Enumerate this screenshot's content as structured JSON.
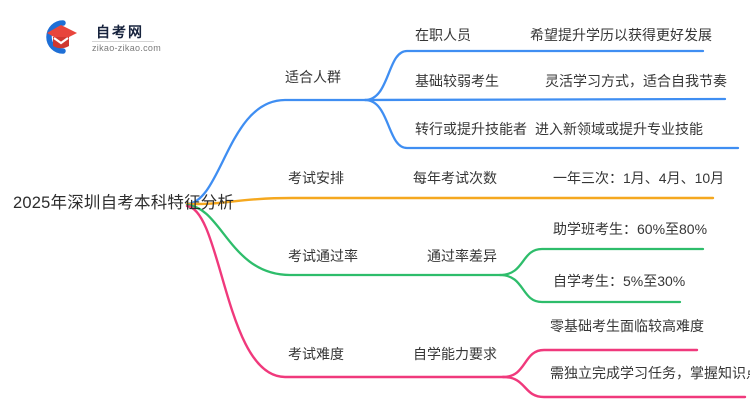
{
  "logo": {
    "site_name": "自考网",
    "site_domain": "zikao-zikao.com",
    "icon_blue": "#1e6fd6",
    "icon_red": "#e8453c"
  },
  "root": {
    "label": "2025年深圳自考本科特征分析"
  },
  "branches": [
    {
      "label": "适合人群",
      "color": "#3f8ef2",
      "children": [
        {
          "label": "在职人员",
          "detail": "希望提升学历以获得更好发展"
        },
        {
          "label": "基础较弱考生",
          "detail": "灵活学习方式，适合自我节奏"
        },
        {
          "label": "转行或提升技能者",
          "detail": "进入新领域或提升专业技能"
        }
      ]
    },
    {
      "label": "考试安排",
      "color": "#f5a81f",
      "children": [
        {
          "label": "每年考试次数",
          "detail": "一年三次：1月、4月、10月"
        }
      ]
    },
    {
      "label": "考试通过率",
      "color": "#2ebd6b",
      "children": [
        {
          "label": "通过率差异",
          "details": [
            "助学班考生：60%至80%",
            "自学考生：5%至30%"
          ]
        }
      ]
    },
    {
      "label": "考试难度",
      "color": "#f0397c",
      "children": [
        {
          "label": "自学能力要求",
          "details": [
            "零基础考生面临较高难度",
            "需独立完成学习任务，掌握知识点"
          ]
        }
      ]
    }
  ]
}
